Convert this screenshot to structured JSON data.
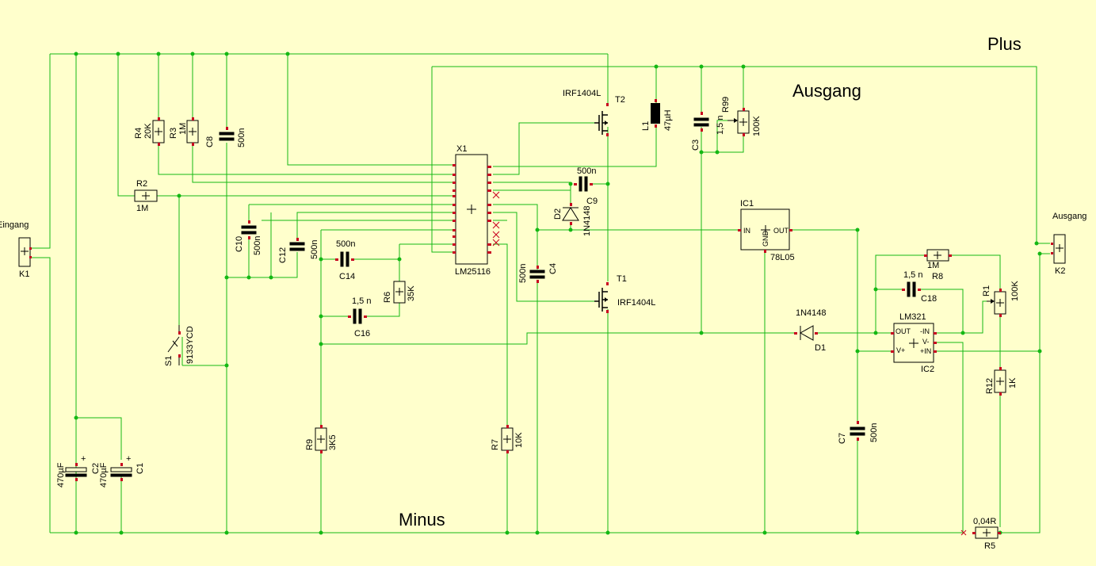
{
  "labels": {
    "plus": "Plus",
    "minus": "Minus",
    "ausgang_big": "Ausgang",
    "ausgang_small": "Ausgang",
    "eingang": "Eingang"
  },
  "components": {
    "K1": {
      "name": "K1"
    },
    "K2": {
      "name": "K2"
    },
    "R2": {
      "name": "R2",
      "value": "1M"
    },
    "R3": {
      "name": "R3",
      "value": "1M"
    },
    "R4": {
      "name": "R4",
      "value": "20K"
    },
    "C8": {
      "name": "C8",
      "value": "500n"
    },
    "C10": {
      "name": "C10",
      "value": "500n"
    },
    "C12": {
      "name": "C12",
      "value": "500n"
    },
    "C14": {
      "name": "C14",
      "value": "500n"
    },
    "C16": {
      "name": "C16",
      "value": "1,5 n"
    },
    "R6": {
      "name": "R6",
      "value": "35K"
    },
    "R9": {
      "name": "R9",
      "value": "3K5"
    },
    "S1": {
      "name": "S1",
      "value": "9133YCD"
    },
    "C1": {
      "name": "C1",
      "value": "470µF"
    },
    "C2": {
      "name": "C2",
      "value": "470µF"
    },
    "X1": {
      "name": "X1",
      "value": "LM25116"
    },
    "T1": {
      "name": "T1",
      "value": "IRF1404L"
    },
    "T2": {
      "name": "T2",
      "value": "IRF1404L"
    },
    "L1": {
      "name": "L1",
      "value": "47µH"
    },
    "C9": {
      "name": "C9",
      "value": "500n"
    },
    "D2": {
      "name": "D2",
      "value": "1N4148"
    },
    "C4": {
      "name": "C4",
      "value": "500n"
    },
    "R7": {
      "name": "R7",
      "value": "10K"
    },
    "C3": {
      "name": "C3",
      "value": "1,5 n"
    },
    "R99": {
      "name": "R99",
      "value": "100K"
    },
    "IC1": {
      "name": "IC1",
      "value": "78L05",
      "pin_in": "IN",
      "pin_out": "OUT",
      "pin_gnd": "GND"
    },
    "D1": {
      "name": "D1",
      "value": "1N4148"
    },
    "C7": {
      "name": "C7",
      "value": "500n"
    },
    "R8": {
      "name": "R8",
      "value": "1M"
    },
    "C18": {
      "name": "C18",
      "value": "1,5 n"
    },
    "R1": {
      "name": "R1",
      "value": "100K"
    },
    "IC2": {
      "name": "IC2",
      "value": "LM321",
      "pin_out": "OUT",
      "pin_vplus": "V+",
      "pin_inminus": "-IN",
      "pin_vminus": "V-",
      "pin_inplus": "+IN"
    },
    "R12": {
      "name": "R12",
      "value": "1K"
    },
    "R5": {
      "name": "R5",
      "value": "0,04R"
    }
  },
  "colors": {
    "wire": "#14b814",
    "pin": "#c8001e",
    "background": "#ffffcc",
    "body": "#000000"
  }
}
